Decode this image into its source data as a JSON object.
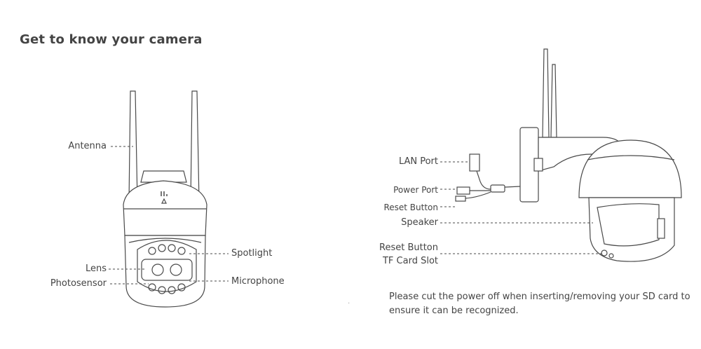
{
  "title": "Get to know your camera",
  "front_labels": {
    "antenna": "Antenna",
    "spotlight": "Spotlight",
    "lens": "Lens",
    "photosensor": "Photosensor",
    "microphone": "Microphone"
  },
  "side_labels": {
    "lan_port": "LAN Port",
    "power_port": "Power Port",
    "reset_button_cable": "Reset Button",
    "speaker": "Speaker",
    "reset_button": "Reset Button",
    "tf_card_slot": "TF Card Slot"
  },
  "note": {
    "line1": "Please cut the power off when inserting/removing your SD card to",
    "line2": "ensure it can be recognized."
  }
}
